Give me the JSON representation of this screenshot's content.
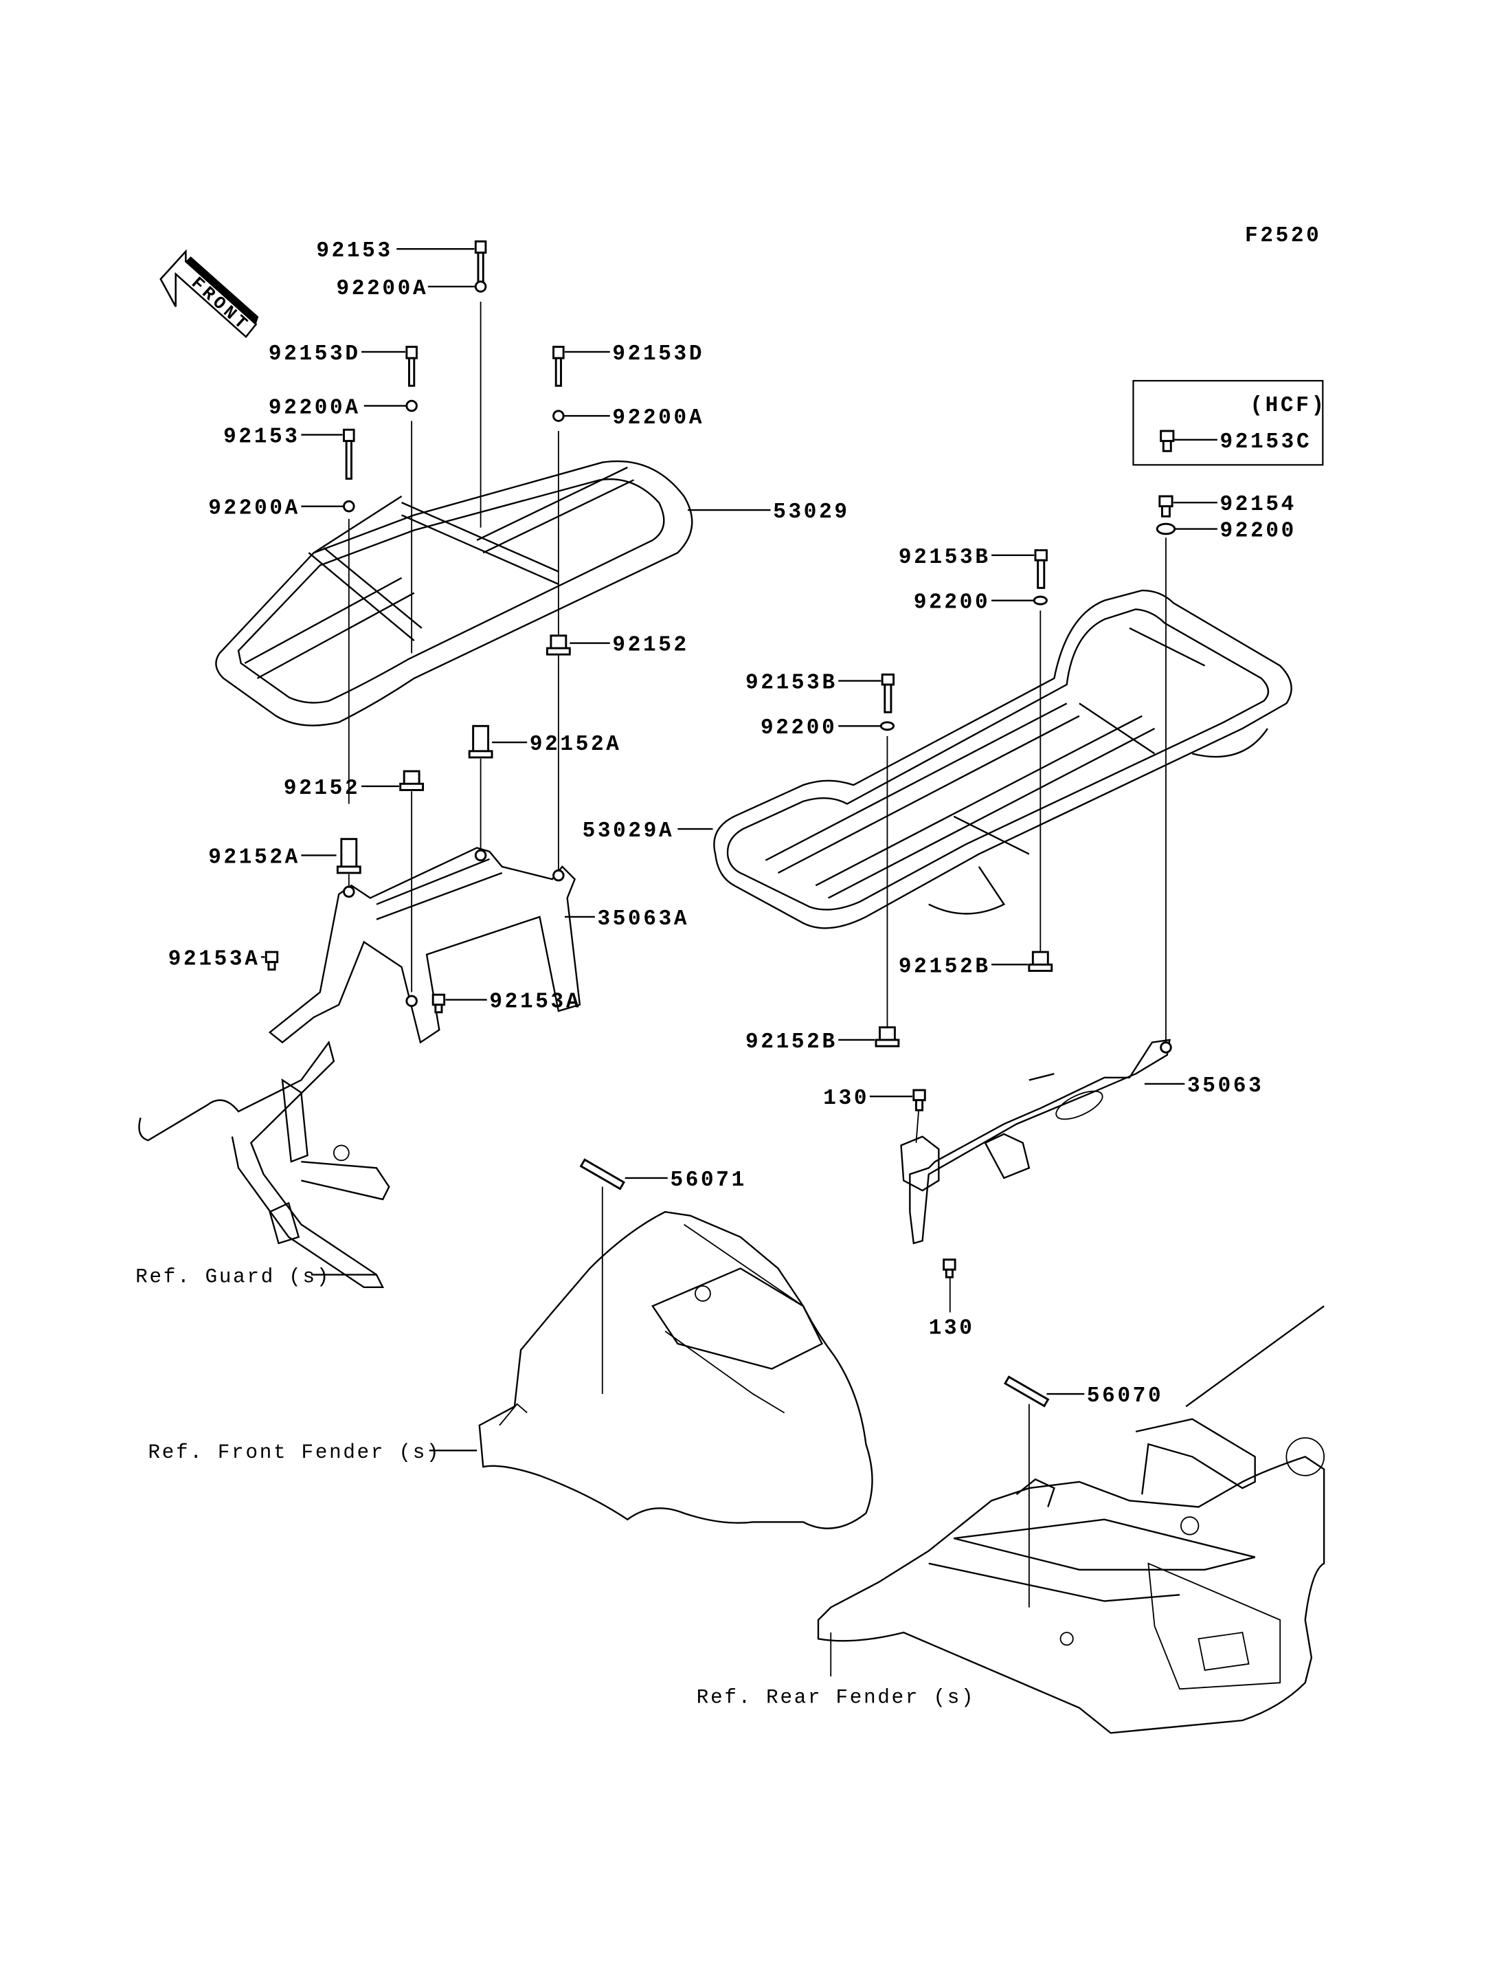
{
  "diagram": {
    "figure_code": "F2520",
    "front_arrow_label": "FRONT",
    "hcf_box": {
      "title": "(HCF)",
      "part": "92153C"
    },
    "callouts": {
      "front_carrier": {
        "bolt_top": "92153",
        "washer_top": "92200A",
        "bolt_left_d": "92153D",
        "washer_left_a": "92200A",
        "bolt_left": "92153",
        "washer_left": "92200A",
        "bolt_right_d": "92153D",
        "washer_right_a": "92200A",
        "carrier": "53029",
        "collar_right": "92152",
        "collar_a_mid": "92152A",
        "collar_left": "92152",
        "collar_a_left": "92152A",
        "bracket": "35063A",
        "bolt_a_left": "92153A",
        "bolt_a_right": "92153A"
      },
      "rear_carrier": {
        "bolt_92154": "92154",
        "washer_92200_top": "92200",
        "bolt_b_upper": "92153B",
        "washer_upper": "92200",
        "bolt_b_lower": "92153B",
        "washer_lower": "92200",
        "carrier": "53029A",
        "collar_b_right": "92152B",
        "collar_b_left": "92152B",
        "bracket": "35063",
        "bolt_130_upper": "130",
        "bolt_130_lower": "130"
      },
      "labels": {
        "front_label": "56071",
        "rear_label": "56070"
      },
      "references": {
        "guard": "Ref. Guard (s)",
        "front_fender": "Ref. Front Fender (s)",
        "rear_fender": "Ref. Rear Fender (s)"
      }
    }
  }
}
